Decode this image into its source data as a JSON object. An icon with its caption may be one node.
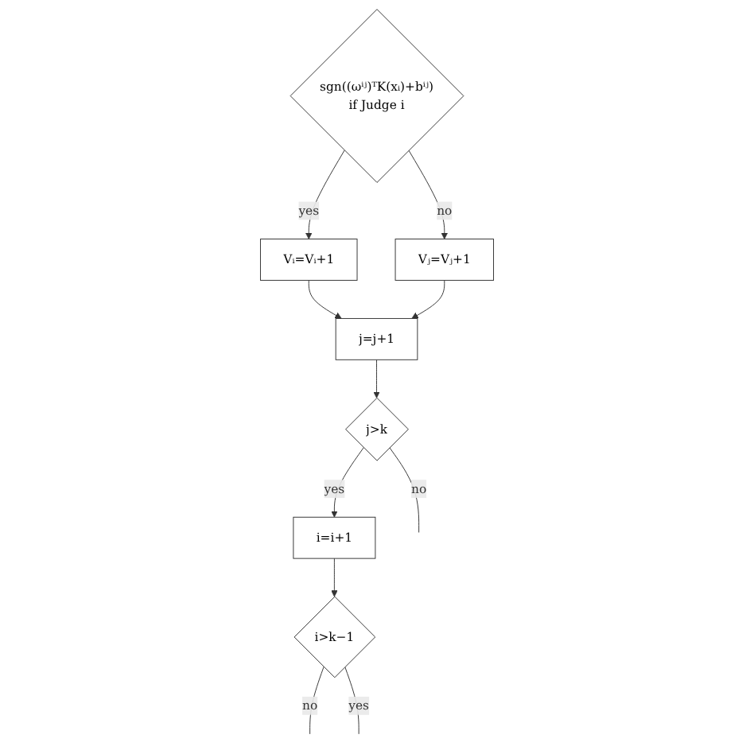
{
  "diagram": {
    "nodes": [
      {
        "text": [
          "sgn((ωⁱʲ)ᵀK(xᵢ)+bⁱʲ)",
          "if Judge i"
        ]
      },
      {
        "text": [
          "Vᵢ=Vᵢ+1"
        ]
      },
      {
        "text": [
          "Vⱼ=Vⱼ+1"
        ]
      },
      {
        "text": [
          "j=j+1"
        ]
      },
      {
        "text": [
          "j>k"
        ]
      },
      {
        "text": [
          "i=i+1"
        ]
      },
      {
        "text": [
          "i>k−1"
        ]
      }
    ],
    "edges": [
      {
        "from": 0,
        "to": 1,
        "arrow": "to",
        "label": "yes"
      },
      {
        "from": 0,
        "to": 2,
        "arrow": "to",
        "label": "no"
      },
      {
        "from": 1,
        "to": 3,
        "arrow": "to"
      },
      {
        "from": 2,
        "to": 3,
        "arrow": "to"
      },
      {
        "from": 3,
        "to": 4,
        "arrow": "to"
      },
      {
        "from": 4,
        "to": null,
        "arrow": "none",
        "label": "no"
      },
      {
        "from": 4,
        "to": 5,
        "arrow": "to",
        "label": "yes"
      },
      {
        "from": 5,
        "to": 6,
        "arrow": "to"
      },
      {
        "from": 6,
        "to": null,
        "arrow": "none",
        "label": "no"
      },
      {
        "from": 6,
        "to": null,
        "arrow": "none",
        "label": "yes"
      }
    ]
  }
}
